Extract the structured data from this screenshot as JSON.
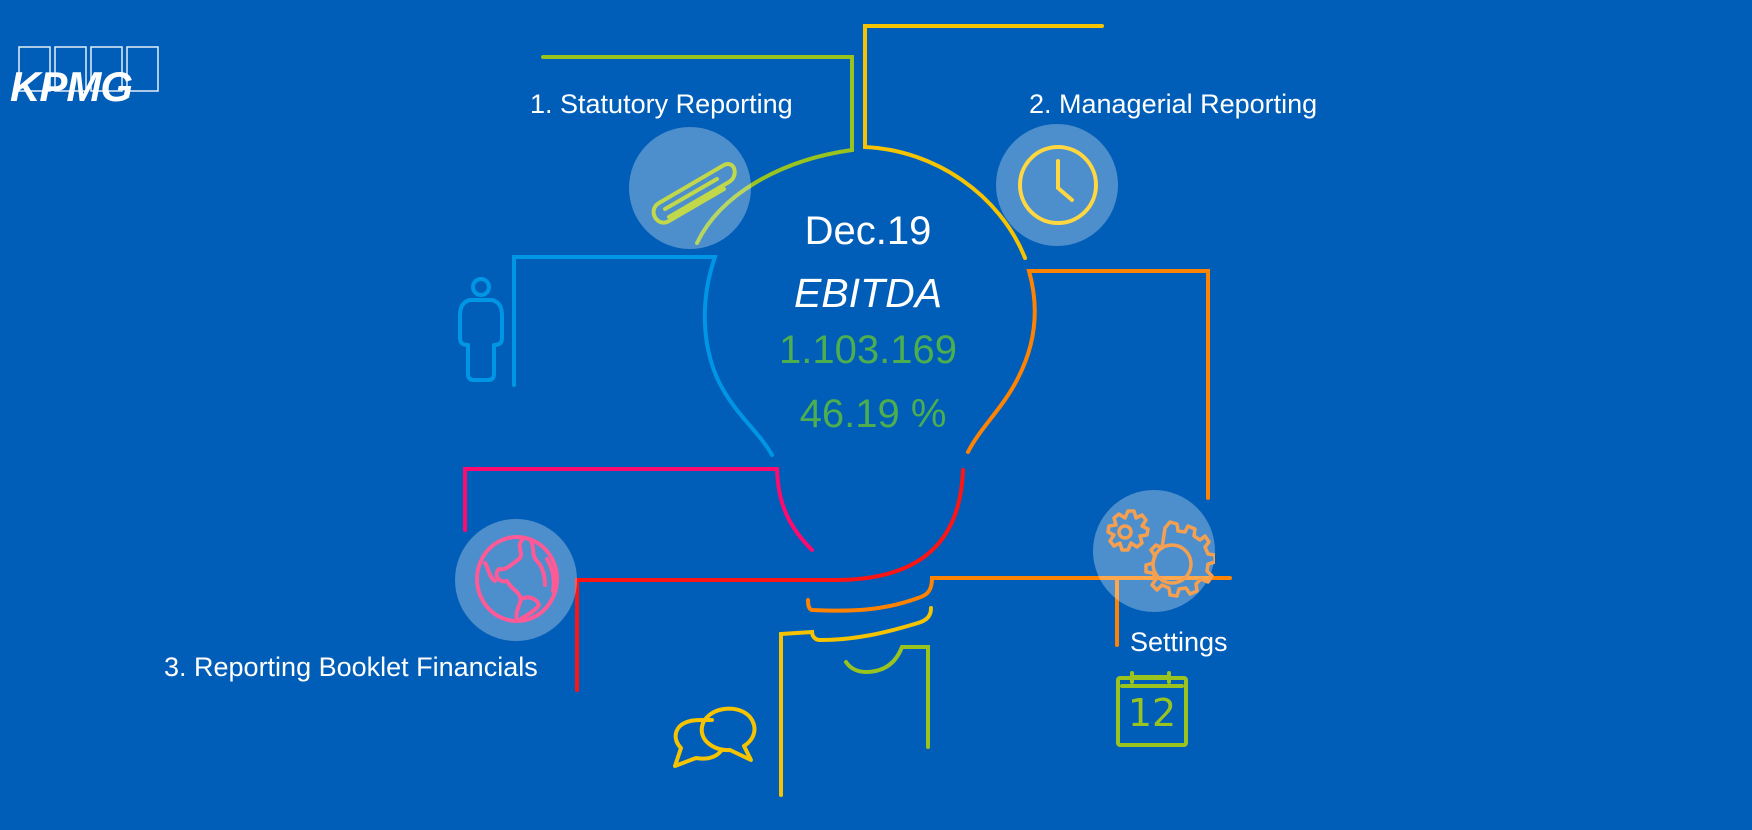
{
  "brand": {
    "logo_text": "KPMG",
    "background_color": "#005eb8"
  },
  "center": {
    "period": "Dec.19",
    "metric": "EBITDA",
    "value": "1.103.169",
    "percentage": "46.19 %",
    "value_color": "#4cae4f"
  },
  "nav": {
    "statutory": {
      "label": "1. Statutory Reporting",
      "icon": "paperclip-icon",
      "color": "#a8c81e"
    },
    "managerial": {
      "label": "2. Managerial Reporting",
      "icon": "clock-icon",
      "color": "#f5c81e"
    },
    "booklet": {
      "label": "3. Reporting Booklet Financials",
      "icon": "globe-icon",
      "color": "#f0508c"
    },
    "settings": {
      "label": "Settings",
      "icon": "gears-icon",
      "color": "#f59b3c"
    }
  },
  "decor": {
    "person_icon_color": "#0096e6",
    "calendar_day": "12",
    "calendar_color": "#99c31e",
    "chat_icon_color": "#f5c300"
  }
}
